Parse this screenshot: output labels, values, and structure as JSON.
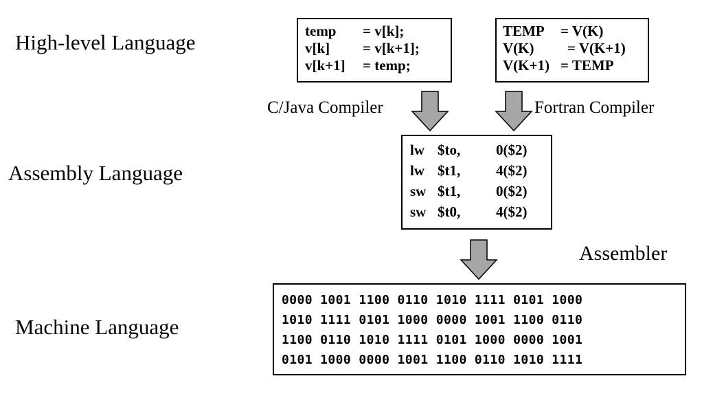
{
  "levels": {
    "high": "High-level Language",
    "assembly": "Assembly Language",
    "machine": "Machine Language"
  },
  "c_code": [
    {
      "lhs": "temp",
      "rhs": "= v[k];"
    },
    {
      "lhs": "v[k]",
      "rhs": "= v[k+1];"
    },
    {
      "lhs": "v[k+1]",
      "rhs": "= temp;"
    }
  ],
  "fortran_code": [
    {
      "lhs": "TEMP",
      "rhs": "= V(K)"
    },
    {
      "lhs": "V(K)",
      "rhs": "= V(K+1)"
    },
    {
      "lhs": "V(K+1)",
      "rhs": "= TEMP"
    }
  ],
  "translators": {
    "c_java": "C/Java Compiler",
    "fortran": "Fortran Compiler",
    "assembler": "Assembler"
  },
  "assembly_code": [
    {
      "op": "lw",
      "reg": "$to,",
      "addr": "0($2)"
    },
    {
      "op": "lw",
      "reg": "$t1,",
      "addr": "4($2)"
    },
    {
      "op": "sw",
      "reg": "$t1,",
      "addr": "0($2)"
    },
    {
      "op": "sw",
      "reg": "$t0,",
      "addr": "4($2)"
    }
  ],
  "machine_code": [
    "0000 1001 1100 0110 1010 1111 0101 1000",
    "1010 1111 0101 1000 0000 1001 1100 0110",
    "1100 0110 1010 1111 0101 1000 0000 1001",
    "0101 1000 0000 1001 1100 0110 1010 1111"
  ],
  "colors": {
    "arrow_fill": "#a6a6a6",
    "arrow_stroke": "#000000"
  }
}
